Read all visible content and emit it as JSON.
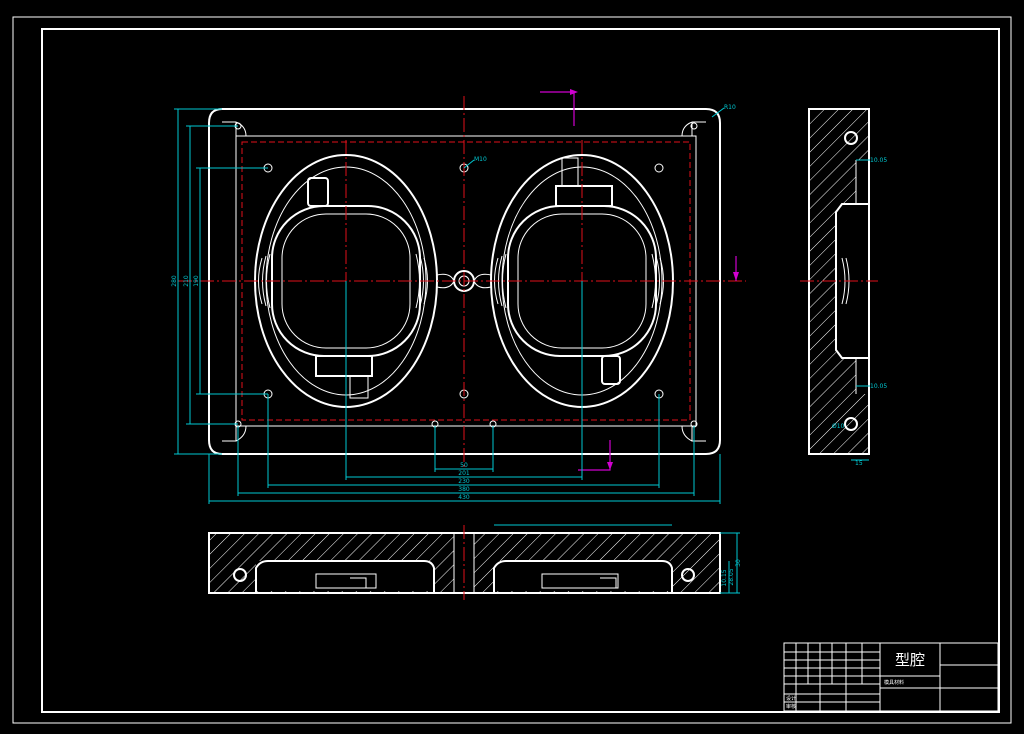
{
  "title_block": {
    "part_name": "型腔",
    "small_text_1": "模具材料",
    "small_text_2": "设计",
    "small_text_3": "审核"
  },
  "dimensions": {
    "h_50": "50",
    "h_201": "201",
    "h_230": "230",
    "h_380": "380",
    "h_430": "430",
    "v_280": "280",
    "v_210": "210",
    "v_190": "190",
    "side_1": "10.05",
    "side_2": "10.05",
    "side_3": "15",
    "side_4": "Ø10",
    "top_m10": "M10",
    "corner_r": "R10",
    "front_1": "30",
    "front_2": "28.05",
    "front_3": "10.15"
  },
  "colors": {
    "line": "#ffffff",
    "dimension": "#00c8d2",
    "centerline": "#e0101a",
    "section_arrow": "#d000d0",
    "background": "#000000"
  }
}
